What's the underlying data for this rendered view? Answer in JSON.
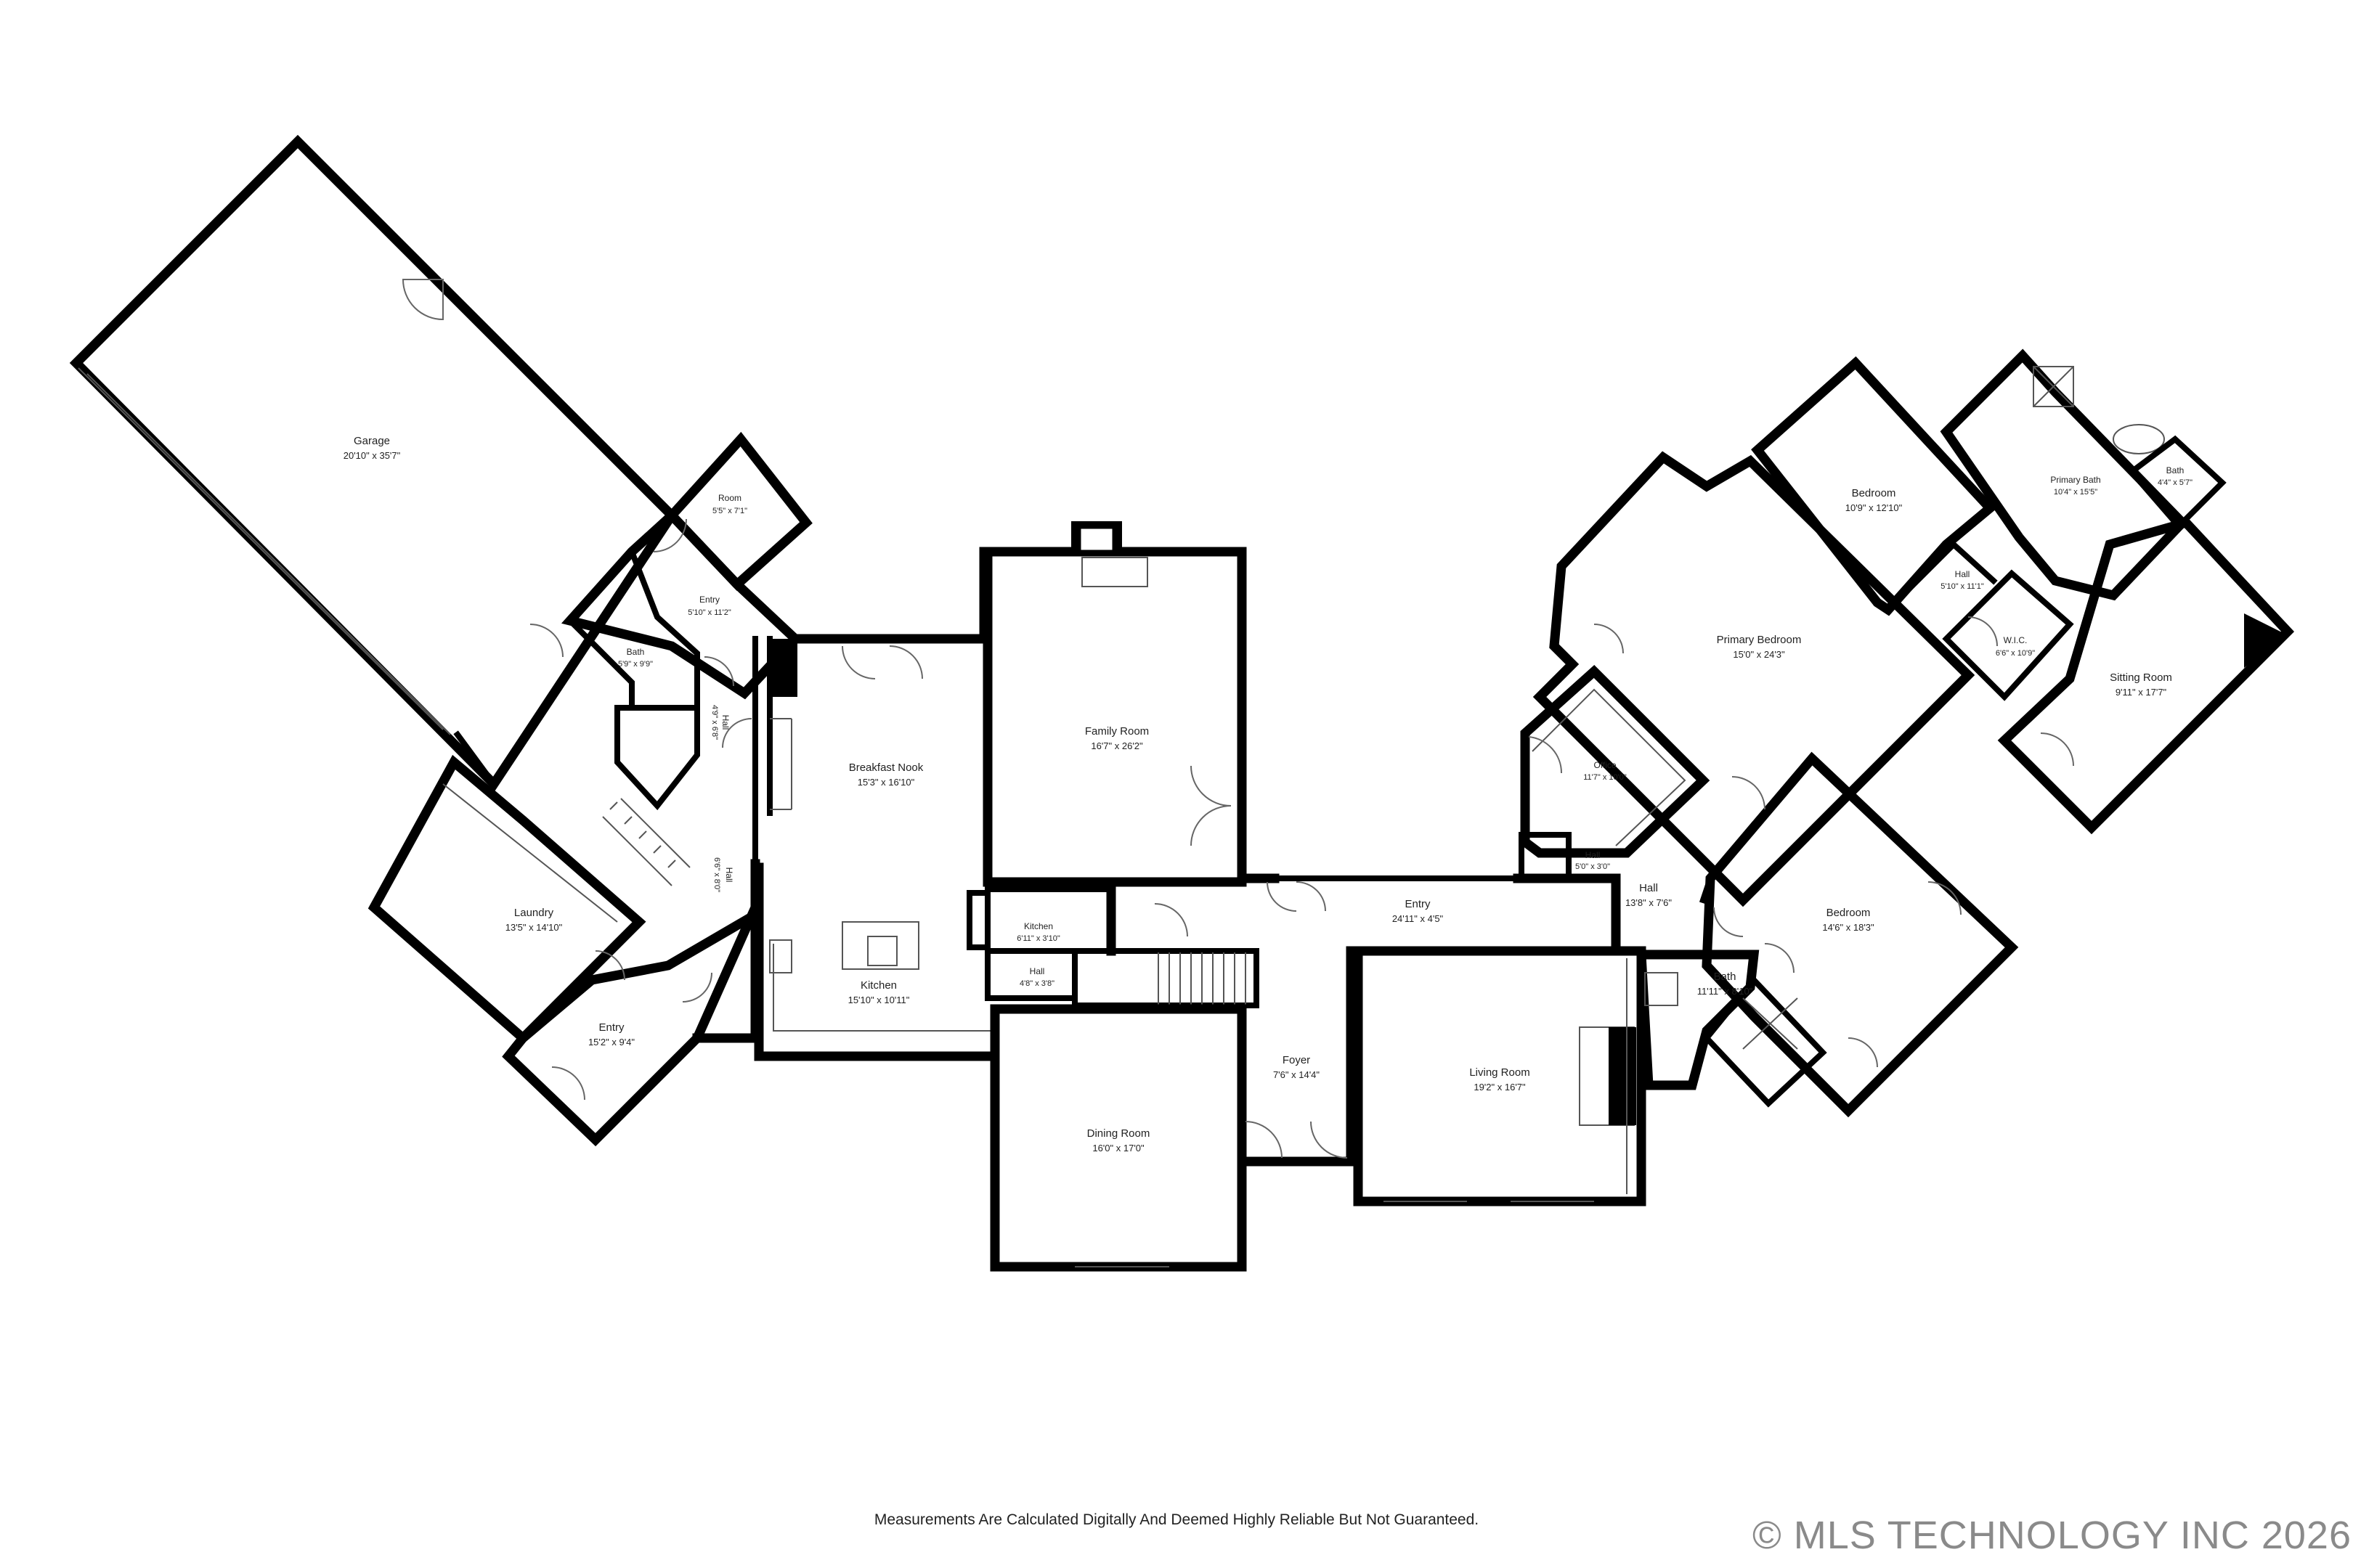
{
  "rooms": {
    "garage": {
      "name": "Garage",
      "dim": "20'10\" x 35'7\""
    },
    "room": {
      "name": "Room",
      "dim": "5'5\" x 7'1\""
    },
    "entry_upper_left": {
      "name": "Entry",
      "dim": "5'10\" x 11'2\""
    },
    "bath_left": {
      "name": "Bath",
      "dim": "5'9\" x 9'9\""
    },
    "hall_small_left": {
      "name": "Hall",
      "dim": "4'9\" x 6'8\""
    },
    "hall_left": {
      "name": "Hall",
      "dim": "6'6\" x 8'0\""
    },
    "laundry": {
      "name": "Laundry",
      "dim": "13'5\" x 14'10\""
    },
    "entry_lower_left": {
      "name": "Entry",
      "dim": "15'2\" x 9'4\""
    },
    "breakfast_nook": {
      "name": "Breakfast Nook",
      "dim": "15'3\" x 16'10\""
    },
    "kitchen": {
      "name": "Kitchen",
      "dim": "15'10\" x 10'11\""
    },
    "kitchen_small": {
      "name": "Kitchen",
      "dim": "6'11\" x 3'10\""
    },
    "hall_kitchen": {
      "name": "Hall",
      "dim": "4'8\" x 3'8\""
    },
    "family_room": {
      "name": "Family Room",
      "dim": "16'7\" x 26'2\""
    },
    "dining_room": {
      "name": "Dining Room",
      "dim": "16'0\" x 17'0\""
    },
    "entry_center": {
      "name": "Entry",
      "dim": "24'11\" x 4'5\""
    },
    "foyer": {
      "name": "Foyer",
      "dim": "7'6\" x 14'4\""
    },
    "living_room": {
      "name": "Living Room",
      "dim": "19'2\" x 16'7\""
    },
    "office": {
      "name": "Office",
      "dim": "11'7\" x 10'0\""
    },
    "hall_tiny": {
      "name": "Hall",
      "dim": "5'0\" x 3'0\""
    },
    "hall_right": {
      "name": "Hall",
      "dim": "13'8\" x 7'6\""
    },
    "primary_bedroom": {
      "name": "Primary Bedroom",
      "dim": "15'0\" x 24'3\""
    },
    "bedroom_upper": {
      "name": "Bedroom",
      "dim": "10'9\" x 12'10\""
    },
    "hall_upper_right": {
      "name": "Hall",
      "dim": "5'10\" x 11'1\""
    },
    "primary_bath": {
      "name": "Primary Bath",
      "dim": "10'4\" x 15'5\""
    },
    "bath_small_right": {
      "name": "Bath",
      "dim": "4'4\" x 5'7\""
    },
    "wic": {
      "name": "W.I.C.",
      "dim": "6'6\" x 10'9\""
    },
    "sitting_room": {
      "name": "Sitting Room",
      "dim": "9'11\" x 17'7\""
    },
    "bedroom_lower": {
      "name": "Bedroom",
      "dim": "14'6\" x 18'3\""
    },
    "bath_right": {
      "name": "Bath",
      "dim": "11'11\" x 8'10\""
    }
  },
  "footer": {
    "disclaimer": "Measurements Are Calculated Digitally And Deemed Highly Reliable But Not Guaranteed.",
    "copyright": "© MLS TECHNOLOGY INC 2026"
  }
}
